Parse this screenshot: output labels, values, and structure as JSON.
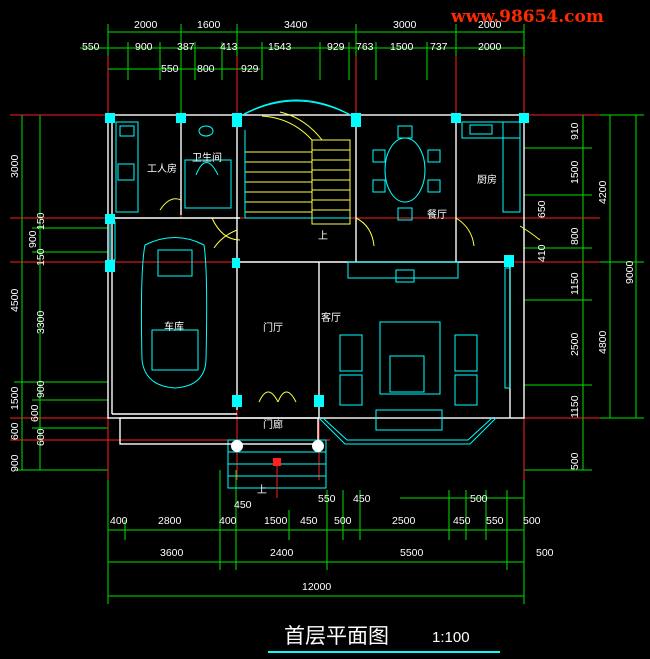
{
  "watermark": "www.98654.com",
  "title": "首层平面图",
  "scale": "1:100",
  "rooms": {
    "worker": "工人房",
    "bath": "卫生间",
    "dining": "餐厅",
    "kitchen": "厨房",
    "up": "上",
    "garage": "车库",
    "foyer": "门厅",
    "living": "客厅",
    "porch": "门廊",
    "up_porch": "上"
  },
  "dims_top_1": [
    "2000",
    "1600",
    "3400",
    "3000",
    "2000"
  ],
  "dims_top_2": [
    "550",
    "900",
    "387",
    "413",
    "1543",
    "929",
    "763",
    "1500",
    "737",
    "2000"
  ],
  "dims_top_3": [
    "550",
    "800",
    "929"
  ],
  "dims_left_1": [
    "3000",
    "4500",
    "1500",
    "600",
    "900"
  ],
  "dims_left_2": [
    "150",
    "900",
    "150",
    "3300",
    "900",
    "600",
    "600"
  ],
  "dims_right_1": [
    "910",
    "1500",
    "650",
    "800",
    "410",
    "1150",
    "2500",
    "1150",
    "500"
  ],
  "dims_right_2": [
    "4200",
    "4800"
  ],
  "dims_right_3": [
    "9000"
  ],
  "dims_bottom_a": [
    "450",
    "550",
    "450",
    "500"
  ],
  "dims_bottom_1": [
    "400",
    "2800",
    "400",
    "1500",
    "450",
    "500",
    "2500",
    "450",
    "550",
    "500"
  ],
  "dims_bottom_2": [
    "3600",
    "2400",
    "5500",
    "500"
  ],
  "dims_bottom_3": [
    "12000"
  ]
}
